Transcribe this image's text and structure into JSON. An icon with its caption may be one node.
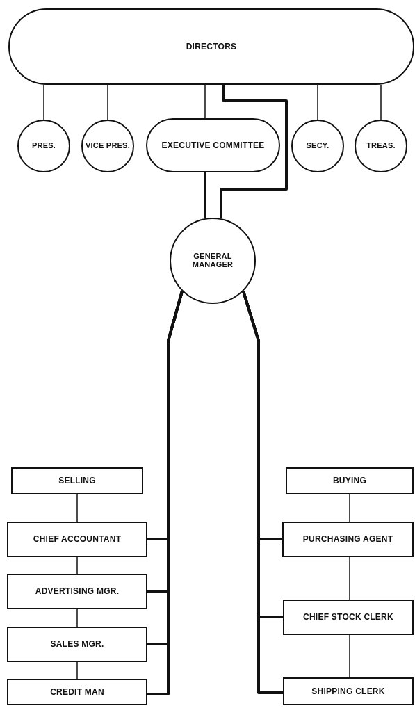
{
  "diagram": {
    "nodes": [
      {
        "text": [
          "DIRECTORS"
        ]
      },
      {
        "text": [
          "PRES."
        ]
      },
      {
        "text": [
          "VICE PRES."
        ]
      },
      {
        "text": [
          "EXECUTIVE COMMITTEE"
        ]
      },
      {
        "text": [
          "SECY."
        ]
      },
      {
        "text": [
          "TREAS."
        ]
      },
      {
        "text": [
          "GENERAL MANAGER"
        ]
      },
      {
        "text": [
          "SELLING"
        ]
      },
      {
        "text": [
          "CHIEF ACCOUNTANT"
        ]
      },
      {
        "text": [
          "ADVERTISING MGR."
        ]
      },
      {
        "text": [
          "SALES MGR."
        ]
      },
      {
        "text": [
          "CREDIT MAN"
        ]
      },
      {
        "text": [
          "BUYING"
        ]
      },
      {
        "text": [
          "PURCHASING AGENT"
        ]
      },
      {
        "text": [
          "CHIEF STOCK CLERK"
        ]
      },
      {
        "text": [
          "SHIPPING CLERK"
        ]
      }
    ],
    "edges": [
      {
        "from": 0,
        "to": 1,
        "arrow": "none"
      },
      {
        "from": 0,
        "to": 2,
        "arrow": "none"
      },
      {
        "from": 0,
        "to": 3,
        "arrow": "none"
      },
      {
        "from": 0,
        "to": 4,
        "arrow": "none"
      },
      {
        "from": 0,
        "to": 5,
        "arrow": "none"
      },
      {
        "from": 0,
        "to": 6,
        "arrow": "none",
        "style": "thick"
      },
      {
        "from": 3,
        "to": 6,
        "arrow": "none",
        "style": "thick"
      },
      {
        "from": 6,
        "to": 8,
        "arrow": "none",
        "style": "thick"
      },
      {
        "from": 6,
        "to": 9,
        "arrow": "none",
        "style": "thick"
      },
      {
        "from": 6,
        "to": 10,
        "arrow": "none",
        "style": "thick"
      },
      {
        "from": 6,
        "to": 11,
        "arrow": "none",
        "style": "thick"
      },
      {
        "from": 6,
        "to": 13,
        "arrow": "none",
        "style": "thick"
      },
      {
        "from": 6,
        "to": 14,
        "arrow": "none",
        "style": "thick"
      },
      {
        "from": 6,
        "to": 15,
        "arrow": "none",
        "style": "thick"
      },
      {
        "from": 7,
        "to": 8,
        "arrow": "none"
      },
      {
        "from": 8,
        "to": 9,
        "arrow": "none"
      },
      {
        "from": 9,
        "to": 10,
        "arrow": "none"
      },
      {
        "from": 10,
        "to": 11,
        "arrow": "none"
      },
      {
        "from": 12,
        "to": 13,
        "arrow": "none"
      },
      {
        "from": 13,
        "to": 14,
        "arrow": "none"
      },
      {
        "from": 14,
        "to": 15,
        "arrow": "none"
      }
    ]
  }
}
